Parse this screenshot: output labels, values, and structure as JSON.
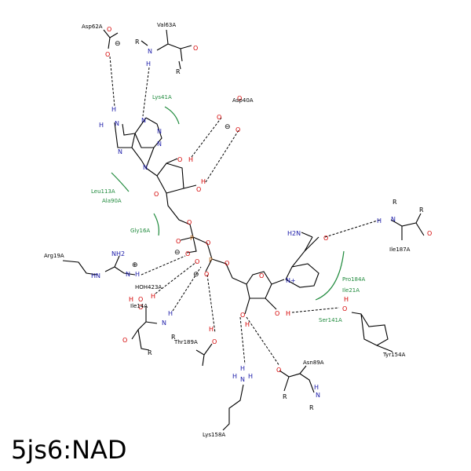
{
  "title": "5js6:NAD",
  "colors": {
    "oxygen": "#d40000",
    "nitrogen": "#1a1aa8",
    "phosphorus": "#b8651a",
    "hydrophobic": "#1f8a3c"
  },
  "residues": {
    "asp62": "Asp62A",
    "val63": "Val63A",
    "asp40": "Asp40A",
    "lys41": "Lys41A",
    "leu113": "Leu113A",
    "ala90": "Ala90A",
    "gly16": "Gly16A",
    "arg19": "Arg19A",
    "hoh423": "HOH423A",
    "ile14": "Ile14A",
    "thr189": "Thr189A",
    "pro184": "Pro184A",
    "ile21": "Ile21A",
    "ser141": "Ser141A",
    "ile187": "Ile187A",
    "tyr154": "Tyr154A",
    "asn89": "Asn89A",
    "lys158": "Lys158A"
  },
  "atoms": {
    "o": "O",
    "n": "N",
    "h": "H",
    "p": "P",
    "r": "R",
    "nh2": "NH2",
    "h2n": "H2N",
    "nplus": "N+",
    "minus": "⊖",
    "plus": "⊕"
  }
}
